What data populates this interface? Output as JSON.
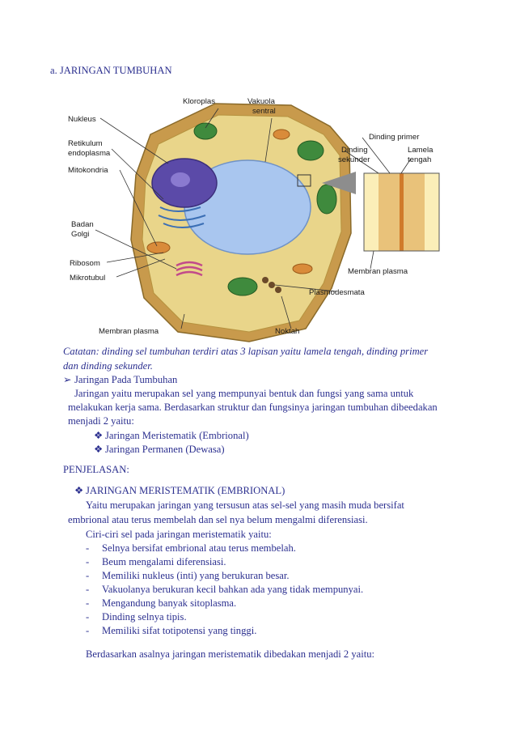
{
  "section_heading": "a.  JARINGAN TUMBUHAN",
  "figure": {
    "labels": {
      "nukleus": "Nukleus",
      "retikulum_1": "Retikulum",
      "retikulum_2": "endoplasma",
      "mitokondria": "Mitokondria",
      "kloroplas": "Kloroplas",
      "vakuola_1": "Vakuola",
      "vakuola_2": "sentral",
      "dinding_primer": "Dinding primer",
      "dinding_sekunder_1": "Dinding",
      "dinding_sekunder_2": "sekunder",
      "lamela_1": "Lamela",
      "lamela_2": "tengah",
      "badan_golgi_1": "Badan",
      "badan_golgi_2": "Golgi",
      "ribosom": "Ribosom",
      "mikrotubul": "Mikrotubul",
      "membran_plasma_right": "Membran plasma",
      "plasmodesmata": "Plasmodesmata",
      "membran_plasma_bottom": "Membran plasma",
      "noktah": "Noktah"
    }
  },
  "note_line1": "Catatan: dinding sel tumbuhan terdiri atas 3 lapisan yaitu lamela tengah, dinding primer",
  "note_line2": "dan dinding sekunder.",
  "jaringan_heading": "Jaringan Pada Tumbuhan",
  "jaringan_line1": "Jaringan yaitu merupakan sel yang mempunyai bentuk dan fungsi yang sama untuk",
  "jaringan_line2": "melakukan kerja sama. Berdasarkan struktur dan fungsinya jaringan tumbuhan dibeedakan",
  "jaringan_line3": "menjadi 2 yaitu:",
  "types": [
    "Jaringan Meristematik (Embrional)",
    "Jaringan Permanen (Dewasa)"
  ],
  "penjelasan": "PENJELASAN:",
  "meristem_heading": "JARINGAN MERISTEMATIK (EMBRIONAL)",
  "meristem_line1": "Yaitu merupakan jaringan yang tersusun atas sel-sel yang masih muda bersifat",
  "meristem_line2": "embrional atau terus membelah dan sel nya belum mengalmi diferensiasi.",
  "ciri_intro": "Ciri-ciri sel pada jaringan meristematik yaitu:",
  "ciri": [
    "Selnya bersifat embrional atau terus membelah.",
    "Beum mengalami diferensiasi.",
    "Memiliki nukleus (inti) yang berukuran besar.",
    "Vakuolanya berukuran kecil bahkan ada yang tidak mempunyai.",
    "Mengandung banyak sitoplasma.",
    "Dinding selnya tipis.",
    "Memiliki sifat totipotensi yang tinggi."
  ],
  "closing": "Berdasarkan asalnya jaringan meristematik dibedakan menjadi 2 yaitu:",
  "colors": {
    "text": "#2b2f8f",
    "cell_wall": "#c89a4c",
    "cytoplasm": "#e9d58a",
    "vacuole": "#a9c6ef",
    "nucleus": "#5b4aa8",
    "chloroplast": "#3f8a3d"
  },
  "icons": {
    "arrow_bullet": "arrow-bullet-icon",
    "diamond_bullet": "diamond-bullet-icon"
  }
}
